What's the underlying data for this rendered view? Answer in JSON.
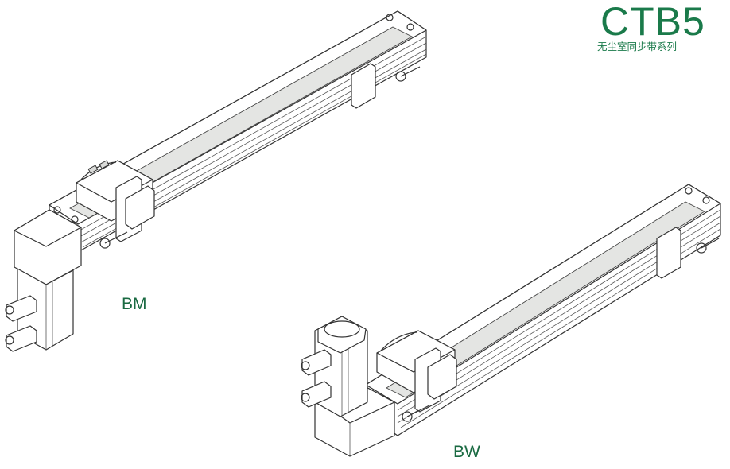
{
  "header": {
    "title": "CTB5",
    "subtitle": "无尘室同步带系列"
  },
  "variants": [
    {
      "label": "BM"
    },
    {
      "label": "BW"
    }
  ],
  "colors": {
    "accent": "#1a7a4a",
    "belt": "#e4e5e3",
    "line": "#333333"
  }
}
